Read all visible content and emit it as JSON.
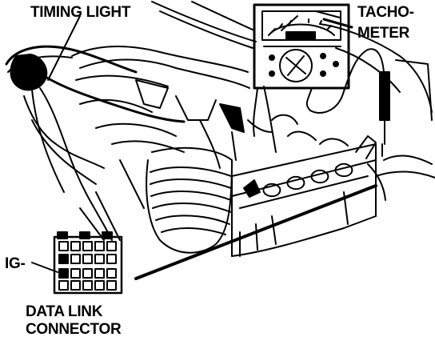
{
  "labels": {
    "timing_light": "TIMING LIGHT",
    "tachometer_line1": "TACHO-",
    "tachometer_line2": "METER",
    "ig_terminal": "IG-",
    "data_link_line1": "DATA LINK",
    "data_link_line2": "CONNECTOR"
  },
  "colors": {
    "ink": "#000000",
    "paper": "#ffffff"
  }
}
